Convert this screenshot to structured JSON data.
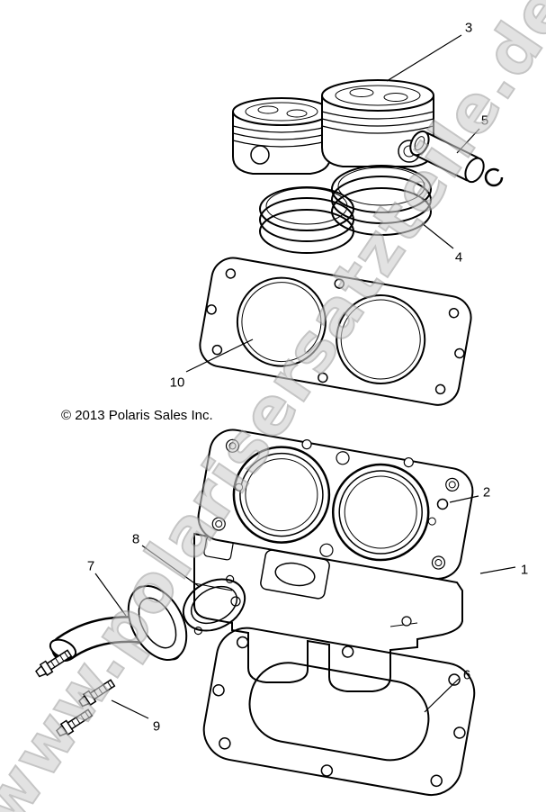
{
  "page": {
    "background_color": "#ffffff"
  },
  "watermark": {
    "text": "www.polarisersatzteile.de",
    "fill_color": "#d0d0d0",
    "outline_color": "#9f9f9f"
  },
  "copyright": {
    "text": "© 2013 Polaris Sales Inc."
  },
  "diagram": {
    "callouts": [
      {
        "number": "1"
      },
      {
        "number": "2"
      },
      {
        "number": "3"
      },
      {
        "number": "4"
      },
      {
        "number": "5"
      },
      {
        "number": "6"
      },
      {
        "number": "7"
      },
      {
        "number": "8"
      },
      {
        "number": "9"
      },
      {
        "number": "10"
      }
    ]
  }
}
